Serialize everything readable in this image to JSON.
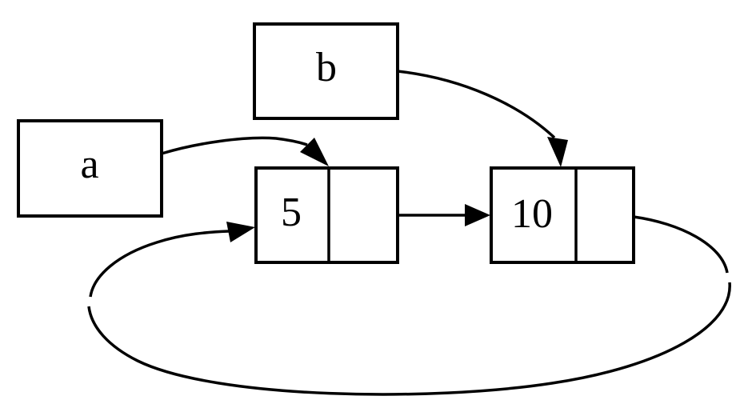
{
  "diagram": {
    "background_color": "#ffffff",
    "ink_color": "#000000",
    "pointer_boxes": [
      {
        "id": "a",
        "label": "a",
        "points_to": "cell-5"
      },
      {
        "id": "b",
        "label": "b",
        "points_to": "cell-10"
      }
    ],
    "list_cells": [
      {
        "id": "cell-5",
        "value": "5",
        "next": "cell-10"
      },
      {
        "id": "cell-10",
        "value": "10",
        "next": "cell-5"
      }
    ],
    "edges": [
      {
        "from": "a",
        "to": "cell-5",
        "enters_at": "top"
      },
      {
        "from": "b",
        "to": "cell-10",
        "enters_at": "top"
      },
      {
        "from": "cell-5-tail",
        "to": "cell-10",
        "enters_at": "left"
      },
      {
        "from": "cell-10-tail",
        "to": "cell-5",
        "enters_at": "left",
        "style": "loops-around-bottom"
      }
    ]
  }
}
